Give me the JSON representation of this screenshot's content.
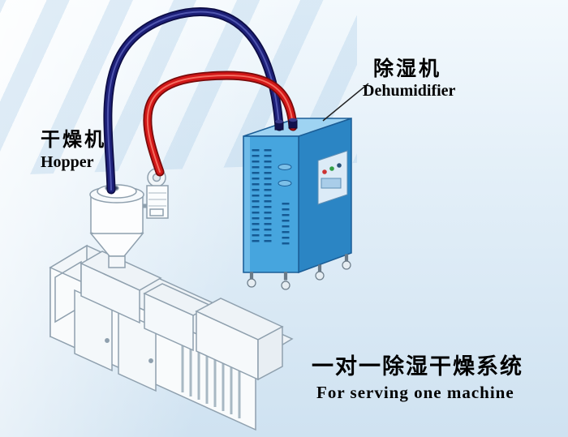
{
  "diagram": {
    "dehumidifier": {
      "label_cn": "除湿机",
      "label_en": "Dehumidifier"
    },
    "hopper": {
      "label_cn": "干燥机",
      "label_en": "Hopper"
    },
    "caption": {
      "line_cn": "一对一除湿干燥系统",
      "line_en": "For serving one machine"
    }
  },
  "colors": {
    "pipe_blue": "#1c1f77",
    "pipe_red": "#d21717",
    "cabinet_front": "#46a5de",
    "cabinet_side": "#2b85c4",
    "cabinet_top": "#9ed3f2"
  }
}
